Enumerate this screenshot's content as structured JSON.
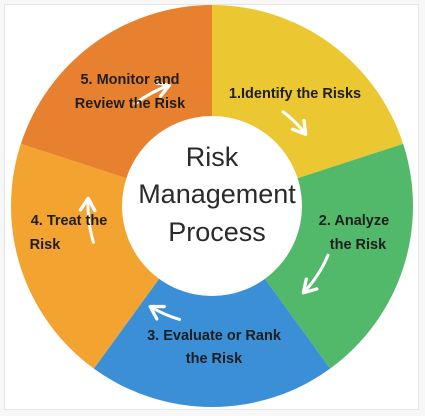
{
  "diagram": {
    "center": {
      "lines": [
        "Risk",
        "Management",
        "Process"
      ]
    },
    "steps": [
      {
        "id": "identify",
        "lines": [
          "1.Identify the Risks"
        ],
        "color": "#ebc832"
      },
      {
        "id": "analyze",
        "lines": [
          "2. Analyze",
          "the Risk"
        ],
        "color": "#52b86a"
      },
      {
        "id": "evaluate",
        "lines": [
          "3. Evaluate or Rank",
          "the Risk"
        ],
        "color": "#3a8fd6"
      },
      {
        "id": "treat",
        "lines": [
          "4. Treat the",
          "Risk"
        ],
        "color": "#f3a330"
      },
      {
        "id": "monitor",
        "lines": [
          "5. Monitor and",
          "Review the Risk"
        ],
        "color": "#e8812f"
      }
    ],
    "arrow_color": "#ffffff",
    "center_color": "#ffffff"
  }
}
